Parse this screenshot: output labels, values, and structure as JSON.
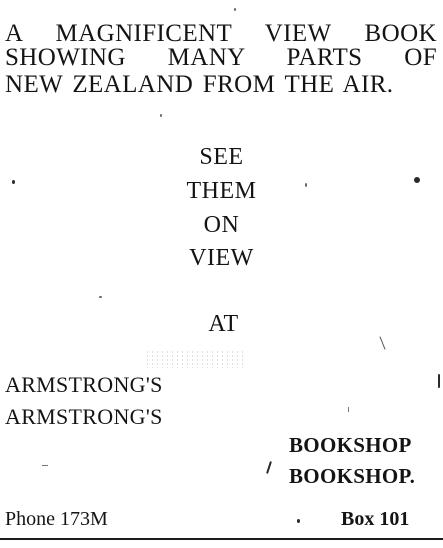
{
  "headline": {
    "line1": "A MAGNIFICENT VIEW BOOK",
    "line2": "SHOWING MANY PARTS OF",
    "line3": "NEW ZEALAND FROM THE AIR."
  },
  "call_to_action": {
    "words": [
      "SEE",
      "THEM",
      "ON",
      "VIEW"
    ],
    "at": "AT"
  },
  "store": {
    "name_line1": "ARMSTRONG'S",
    "name_line2": "ARMSTRONG'S",
    "type_line1": "BOOKSHOP",
    "type_line2": "BOOKSHOP."
  },
  "footer": {
    "phone": "Phone 173M",
    "box": "Box 101"
  }
}
